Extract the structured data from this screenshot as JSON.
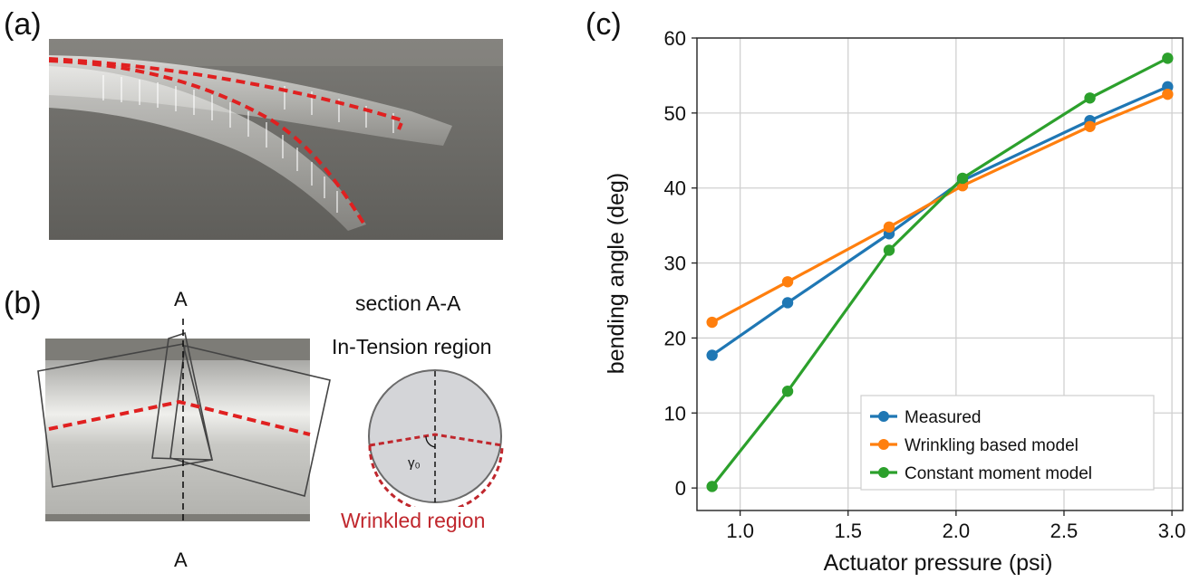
{
  "panels": {
    "a": {
      "label": "(a)"
    },
    "b": {
      "label": "(b)",
      "section_marker": "A",
      "section_title": "section A-A",
      "tension_label": "In-Tension region",
      "wrinkled_label": "Wrinkled region",
      "angle_label": "γ₀"
    },
    "c": {
      "label": "(c)"
    }
  },
  "colors": {
    "measured": "#1f77b4",
    "wrinkling": "#ff7f0e",
    "constant": "#2ca02c",
    "dashed_red": "#e02020",
    "wrinkled_text": "#c0272d",
    "photo_bg": "#6a6a66",
    "circle_fill": "#d4d5d8"
  },
  "chart_data": {
    "type": "line",
    "xlabel": "Actuator pressure (psi)",
    "ylabel": "bending angle (deg)",
    "xlim": [
      0.8,
      3.05
    ],
    "ylim": [
      -3,
      60
    ],
    "xticks": [
      1.0,
      1.5,
      2.0,
      2.5,
      3.0
    ],
    "xtick_labels": [
      "1.0",
      "1.5",
      "2.0",
      "2.5",
      "3.0"
    ],
    "yticks": [
      0,
      10,
      20,
      30,
      40,
      50,
      60
    ],
    "ytick_labels": [
      "0",
      "10",
      "20",
      "30",
      "40",
      "50",
      "60"
    ],
    "grid": true,
    "legend_position": "lower-right",
    "x": [
      0.87,
      1.22,
      1.69,
      2.03,
      2.62,
      2.98
    ],
    "series": [
      {
        "name": "Measured",
        "color_key": "measured",
        "values": [
          17.7,
          24.7,
          33.9,
          41.0,
          49.0,
          53.5
        ]
      },
      {
        "name": "Wrinkling based model",
        "color_key": "wrinkling",
        "values": [
          22.1,
          27.5,
          34.8,
          40.3,
          48.2,
          52.5
        ]
      },
      {
        "name": "Constant moment model",
        "color_key": "constant",
        "values": [
          0.2,
          12.9,
          31.7,
          41.3,
          52.0,
          57.3
        ]
      }
    ]
  }
}
